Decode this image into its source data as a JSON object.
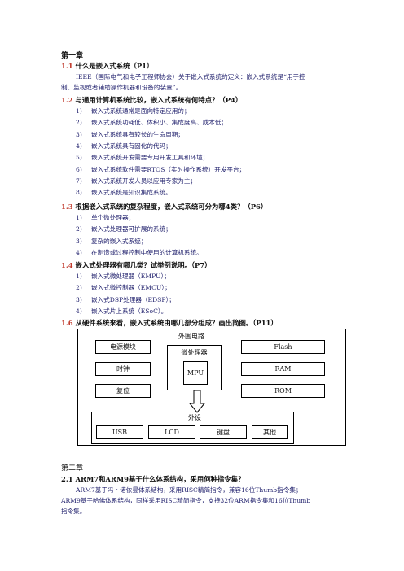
{
  "chapter1": {
    "title": "第一章",
    "q1": {
      "num": "1.1",
      "text": "什么是嵌入式系统（P1）",
      "answer_line1": "IEEE（国际电气和电子工程师协会）关于嵌入式系统的定义：嵌入式系统是“用于控",
      "answer_line2": "制、监视或者辅助操作机器和设备的装置”。"
    },
    "q2": {
      "num": "1.2",
      "text": "与通用计算机系统比较，嵌入式系统有何特点？（P4）",
      "items": [
        {
          "n": "1)",
          "t": "嵌入式系统通常是面向特定应用的；"
        },
        {
          "n": "2)",
          "t": "嵌入式系统功耗低、体积小、集成度高、成本低；"
        },
        {
          "n": "3)",
          "t": "嵌入式系统具有较长的生命周期；"
        },
        {
          "n": "4)",
          "t": "嵌入式系统具有固化的代码；"
        },
        {
          "n": "5)",
          "t": "嵌入式系统开发需要专用开发工具和环境；"
        },
        {
          "n": "6)",
          "t": "嵌入式系统软件需要RTOS（实时操作系统）开发平台；"
        },
        {
          "n": "7)",
          "t": "嵌入式系统开发人员以应用专家为主；"
        },
        {
          "n": "8)",
          "t": "嵌入式系统是知识集成系统。"
        }
      ]
    },
    "q3": {
      "num": "1.3",
      "text": "根据嵌入式系统的复杂程度，嵌入式系统可分为哪4类？（P6）",
      "items": [
        {
          "n": "1)",
          "t": "单个微处理器；"
        },
        {
          "n": "2)",
          "t": "嵌入式处理器可扩展的系统；"
        },
        {
          "n": "3)",
          "t": "复杂的嵌入式系统；"
        },
        {
          "n": "4)",
          "t": "在制造或过程控制中使用的计算机系统。"
        }
      ]
    },
    "q4": {
      "num": "1.4",
      "text": "嵌入式处理器有哪几类？试举例说明。（P7）",
      "items": [
        {
          "n": "1)",
          "t": "嵌入式微处理器（EMPU）；"
        },
        {
          "n": "2)",
          "t": "嵌入式微控制器（EMCU）；"
        },
        {
          "n": "3)",
          "t": "嵌入式DSP处理器（EDSP）；"
        },
        {
          "n": "4)",
          "t": "嵌入式片上系统（ESoC）。"
        }
      ]
    },
    "q5": {
      "num": "1.6",
      "text": "从硬件系统来看，嵌入式系统由哪几部分组成？画出简图。（P11）"
    }
  },
  "diagram": {
    "peripheral_circuit": "外围电路",
    "power_module": "电源模块",
    "clock": "时钟",
    "reset": "复位",
    "microprocessor": "微处理器",
    "mpu": "MPU",
    "flash": "Flash",
    "ram": "RAM",
    "rom": "ROM",
    "peripherals": "外设",
    "usb": "USB",
    "lcd": "LCD",
    "keyboard": "键盘",
    "other": "其他"
  },
  "chapter2": {
    "title": "第二章",
    "q1": {
      "num": "2.1",
      "text": "ARM7和ARM9基于什么体系结构，采用何种指令集？",
      "answer_line1": "ARM7基于冯・诺依曼体系结构，采用RISC精简指令，兼容16位Thumb指令集；",
      "answer_line2": "ARM9基于哈佛体系结构，同样采用RISC精简指令，支持32位ARM指令集和16位Thumb",
      "answer_line3": "指令集。"
    }
  }
}
